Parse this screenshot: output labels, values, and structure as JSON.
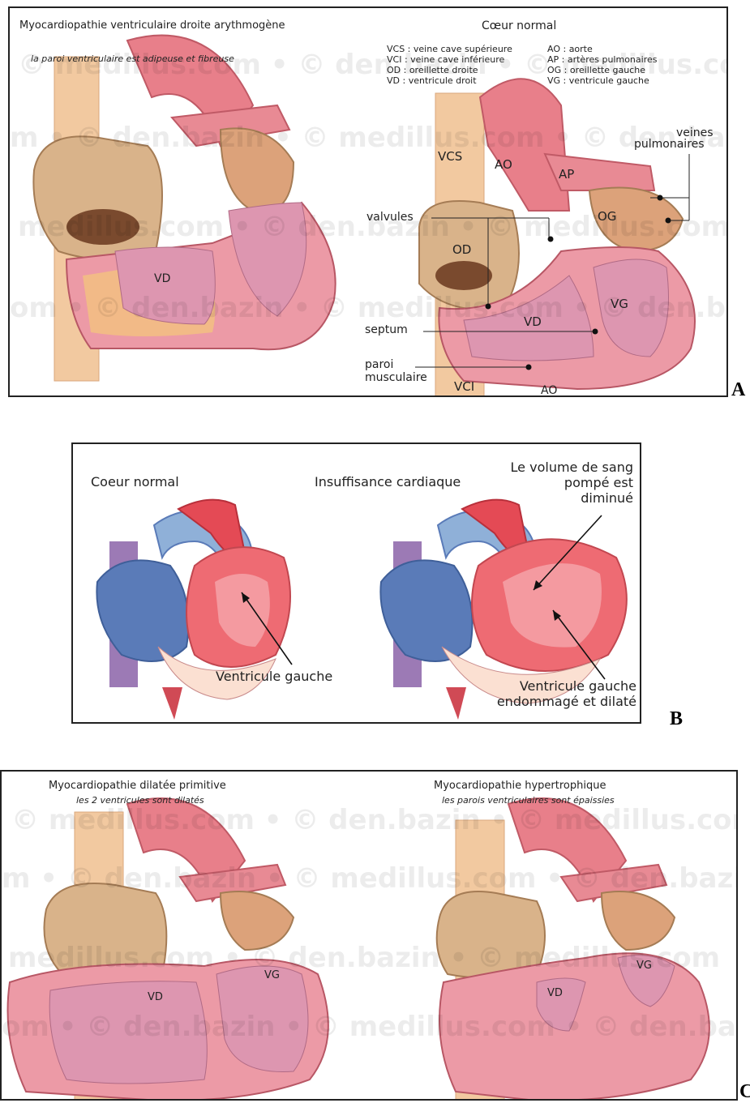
{
  "panelA": {
    "letter": "A",
    "left_title": "Myocardiopathie ventriculaire droite arythmogène",
    "left_subtitle": "la paroi ventriculaire est adipeuse et fibreuse",
    "left_vd": "VD",
    "right_title": "Cœur normal",
    "legend_left": [
      "VCS : veine cave supérieure",
      "VCI : veine cave inférieure",
      "OD : oreillette droite",
      "VD : ventricule droit"
    ],
    "legend_right": [
      "AO : aorte",
      "AP : artères pulmonaires",
      "OG : oreillette gauche",
      "VG : ventricule gauche"
    ],
    "labels": {
      "vcs": "VCS",
      "ao_top": "AO",
      "ap": "AP",
      "og": "OG",
      "od": "OD",
      "vd": "VD",
      "vg": "VG",
      "vci": "VCI",
      "ao_bottom": "AO",
      "valvules": "valvules",
      "septum": "septum",
      "paroi_1": "paroi",
      "paroi_2": "musculaire",
      "veines_1": "veines",
      "veines_2": "pulmonaires"
    },
    "watermarks": [
      "© medillus.com • © den.bazin • © medillus.com",
      "m • © den.bazin • © medillus.com • © den.bazin",
      "medillus.com • © den.bazin • © medillus.com •",
      "om • © den.bazin • © medillus.com • © den.bazi"
    ]
  },
  "panelB": {
    "letter": "B",
    "title_normal": "Coeur normal",
    "title_insuff": "Insuffisance cardiaque",
    "volume_1": "Le volume de sang",
    "volume_2": "pompé est",
    "volume_3": "diminué",
    "vg_label": "Ventricule gauche",
    "damaged_1": "Ventricule gauche",
    "damaged_2": "endommagé et dilaté"
  },
  "panelC": {
    "letter": "C",
    "left_title": "Myocardiopathie dilatée primitive",
    "left_subtitle": "les 2 ventricules sont dilatés",
    "right_title": "Myocardiopathie hypertrophique",
    "right_subtitle": "les parois ventriculaires sont épaissies",
    "left_vd": "VD",
    "left_vg": "VG",
    "right_vd": "VD",
    "right_vg": "VG",
    "watermarks": [
      "© medillus.com • © den.bazin • © medillus.com",
      "m • © den.bazin • © medillus.com • © den.bazin",
      "medillus.com • © den.bazin • © medillus.com",
      "om • © den.bazin • © medillus.com • © den.bazi"
    ]
  }
}
